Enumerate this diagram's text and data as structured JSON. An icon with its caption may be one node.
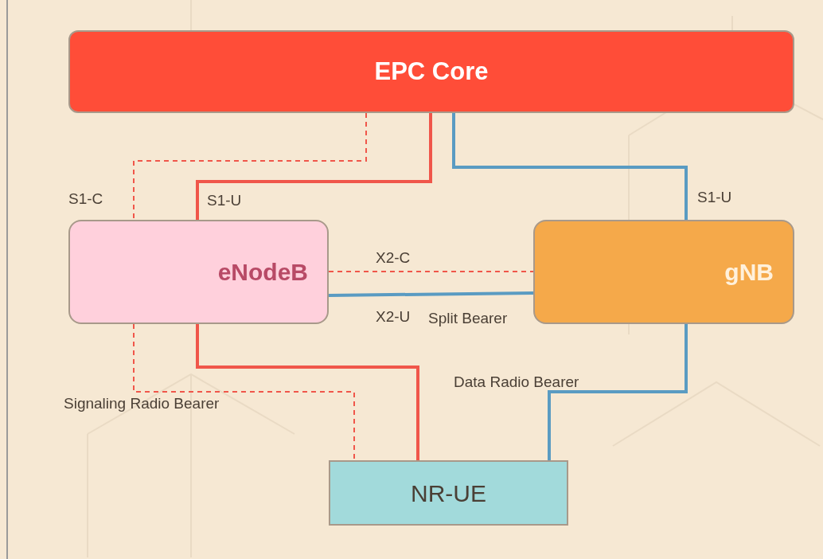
{
  "diagram": {
    "nodes": [
      {
        "text": [
          "EPC Core"
        ]
      },
      {
        "text": [
          "eNodeB"
        ]
      },
      {
        "text": [
          "gNB"
        ]
      },
      {
        "text": [
          "NR-UE"
        ]
      }
    ],
    "edges": [
      {
        "from": 0,
        "to": 1,
        "arrow": "none",
        "label": "S1-C",
        "style": "dashed",
        "color": "#f0564a"
      },
      {
        "from": 1,
        "to": 3,
        "arrow": "none",
        "label": "Signaling Radio Bearer",
        "style": "dashed",
        "color": "#f0564a"
      },
      {
        "from": 0,
        "to": 1,
        "arrow": "none",
        "label": "S1-U",
        "color": "#f0564a"
      },
      {
        "from": 1,
        "to": 3,
        "arrow": "none",
        "color": "#f0564a"
      },
      {
        "from": 0,
        "to": 2,
        "arrow": "none",
        "label": "S1-U",
        "color": "#5a9bc2"
      },
      {
        "from": 2,
        "to": 3,
        "arrow": "none",
        "label": "Data Radio Bearer",
        "color": "#5a9bc2"
      },
      {
        "from": 1,
        "to": 2,
        "arrow": "none",
        "label": "X2-C",
        "style": "dashed",
        "color": "#f0564a"
      },
      {
        "from": 1,
        "to": 2,
        "arrow": "none",
        "label": "X2-U",
        "color": "#5a9bc2"
      }
    ],
    "labels": [
      "Split Bearer"
    ]
  }
}
